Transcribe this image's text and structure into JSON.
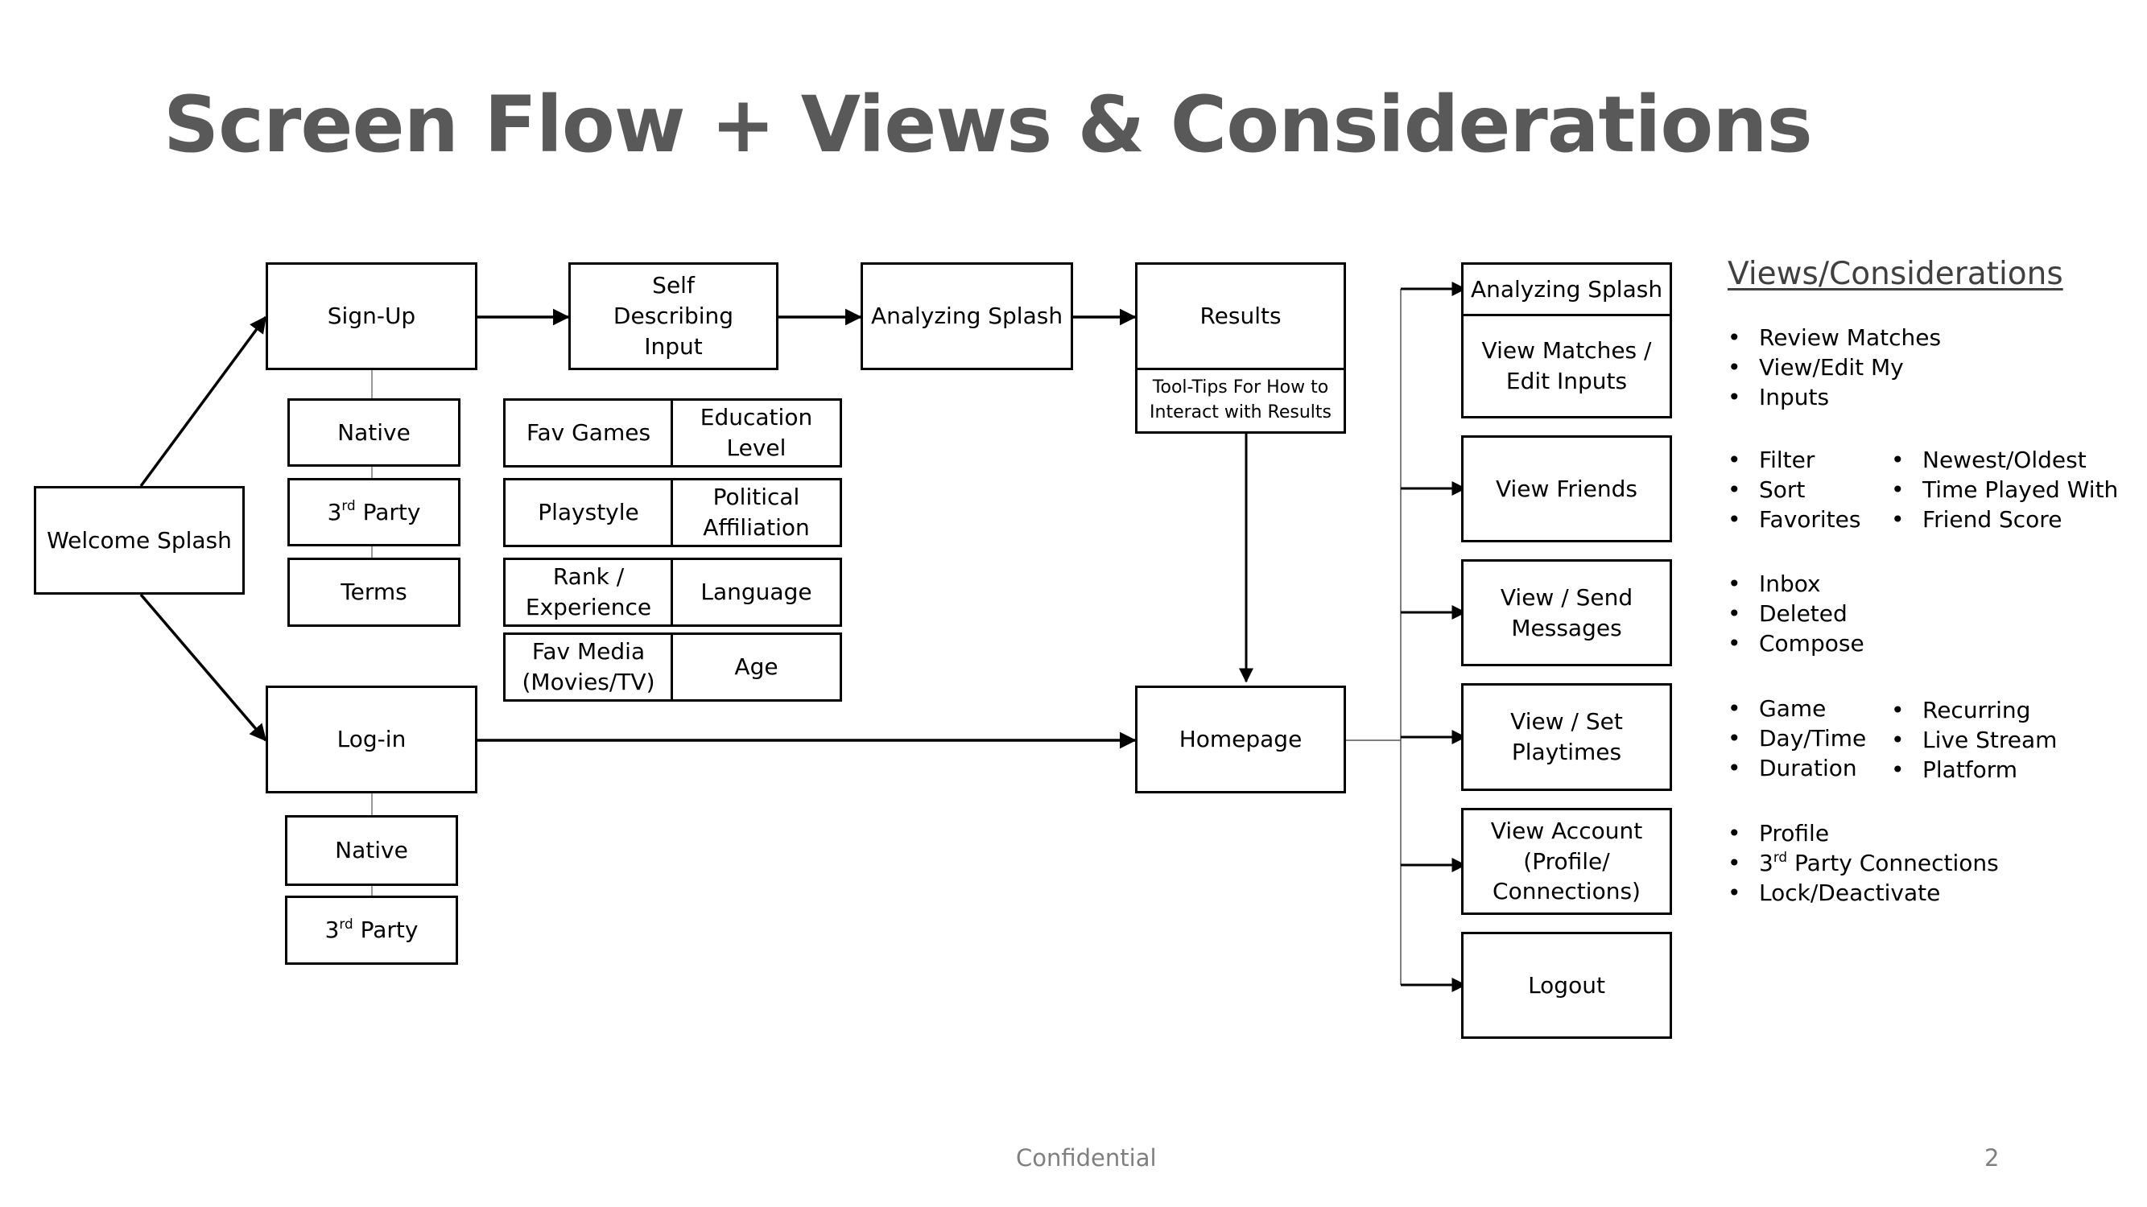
{
  "title": "Screen Flow + Views & Considerations",
  "flow": {
    "welcome": "Welcome Splash",
    "signup": "Sign-Up",
    "signup_options": {
      "native": "Native",
      "third_party_num": "3",
      "third_party_sup": "rd",
      "third_party_rest": " Party",
      "terms": "Terms"
    },
    "self_describing": "Self Describing Input",
    "inputs": {
      "fav_games": "Fav Games",
      "education": "Education Level",
      "playstyle": "Playstyle",
      "political": "Political Affiliation",
      "rank": "Rank / Experience",
      "language": "Language",
      "fav_media": "Fav Media (Movies/TV)",
      "age": "Age"
    },
    "analyzing": "Analyzing Splash",
    "results": "Results",
    "tooltips": "Tool-Tips For How to Interact with Results",
    "login": "Log-in",
    "login_options": {
      "native": "Native",
      "third_party_num": "3",
      "third_party_sup": "rd",
      "third_party_rest": " Party"
    },
    "homepage": "Homepage",
    "right_column": {
      "analyzing": "Analyzing Splash",
      "view_matches": "View Matches / Edit Inputs",
      "view_friends": "View Friends",
      "messages": "View / Send Messages",
      "playtimes": "View / Set Playtimes",
      "account": "View Account (Profile/ Connections)",
      "logout": "Logout"
    }
  },
  "views": {
    "heading": "Views/Considerations",
    "matches": [
      "Review Matches",
      "View/Edit My",
      "Inputs"
    ],
    "friends_left": [
      "Filter",
      "Sort",
      "Favorites"
    ],
    "friends_right": [
      "Newest/Oldest",
      "Time Played With",
      "Friend Score"
    ],
    "messages": [
      "Inbox",
      "Deleted",
      "Compose"
    ],
    "playtimes_left": [
      "Game",
      "Day/Time",
      "Duration"
    ],
    "playtimes_right": [
      "Recurring",
      "Live Stream",
      "Platform"
    ],
    "account": {
      "profile": "Profile",
      "connections_num": "3",
      "connections_sup": "rd",
      "connections_rest": " Party Connections",
      "lock": "Lock/Deactivate"
    }
  },
  "footer": {
    "confidential": "Confidential",
    "page": "2"
  }
}
